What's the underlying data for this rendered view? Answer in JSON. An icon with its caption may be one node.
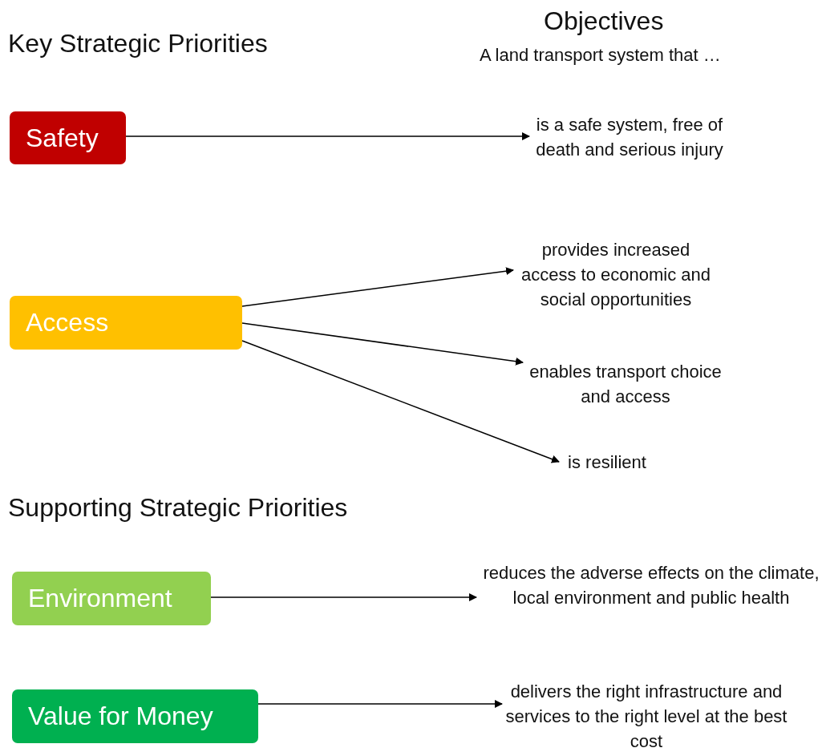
{
  "diagram": {
    "nodes": [
      {
        "text": [
          "Safety"
        ]
      },
      {
        "text": [
          "Access"
        ]
      },
      {
        "text": [
          "Environment"
        ]
      },
      {
        "text": [
          "Value for Money"
        ]
      },
      {
        "text": [
          "is a safe system, free of death and serious injury"
        ]
      },
      {
        "text": [
          "provides increased access to economic and social opportunities"
        ]
      },
      {
        "text": [
          "enables transport choice and access"
        ]
      },
      {
        "text": [
          "is resilient"
        ]
      },
      {
        "text": [
          "reduces the adverse effects on the climate, local environment and public health"
        ]
      },
      {
        "text": [
          "delivers the right infrastructure and services to the right level at the best cost"
        ]
      }
    ],
    "edges": [
      {
        "from": 0,
        "to": 4,
        "arrow": "to"
      },
      {
        "from": 1,
        "to": 5,
        "arrow": "to"
      },
      {
        "from": 1,
        "to": 6,
        "arrow": "to"
      },
      {
        "from": 1,
        "to": 7,
        "arrow": "to"
      },
      {
        "from": 2,
        "to": 8,
        "arrow": "to"
      },
      {
        "from": 3,
        "to": 9,
        "arrow": "to"
      }
    ],
    "labels": [
      "Key Strategic Priorities",
      "Objectives",
      "A land transport system that …",
      "Supporting Strategic Priorities"
    ]
  }
}
